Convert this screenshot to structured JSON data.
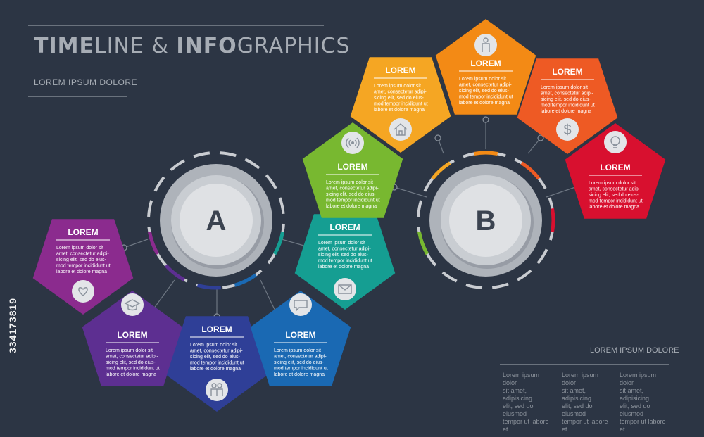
{
  "header": {
    "title_bold_1": "TIME",
    "title_light_1": "LINE & ",
    "title_bold_2": "INFO",
    "title_light_2": "GRAPHICS",
    "subtitle": "LOREM IPSUM DOLORE"
  },
  "hubs": [
    {
      "id": "A",
      "label": "A"
    },
    {
      "id": "B",
      "label": "B"
    }
  ],
  "steps": [
    {
      "title": "LOREM",
      "body": [
        "Lorem ipsum dolor sit",
        "amet, consectetur adipi-",
        "sicing elit, sed do eius-",
        "mod tempor incididunt ut",
        "labore et dolore magna"
      ],
      "color": "#8b2b8e",
      "icon": "heart-icon"
    },
    {
      "title": "LOREM",
      "body": [
        "Lorem ipsum dolor sit",
        "amet, consectetur adipi-",
        "sicing elit, sed do eius-",
        "mod tempor incididunt ut",
        "labore et dolore magna"
      ],
      "color": "#5d2f91",
      "icon": "graduation-cap-icon"
    },
    {
      "title": "LOREM",
      "body": [
        "Lorem ipsum dolor sit",
        "amet, consectetur adipi-",
        "sicing elit, sed do eius-",
        "mod tempor incididunt ut",
        "labore et dolore magna"
      ],
      "color": "#2f3f97",
      "icon": "people-icon"
    },
    {
      "title": "LOREM",
      "body": [
        "Lorem ipsum dolor sit",
        "amet, consectetur adipi-",
        "sicing elit, sed do eius-",
        "mod tempor incididunt ut",
        "labore et dolore magna"
      ],
      "color": "#1a69b3",
      "icon": "chat-bubble-icon"
    },
    {
      "title": "LOREM",
      "body": [
        "Lorem ipsum dolor sit",
        "amet, consectetur adipi-",
        "sicing elit, sed do eius-",
        "mod tempor incididunt ut",
        "labore et dolore magna"
      ],
      "color": "#159e92",
      "icon": "envelope-icon"
    },
    {
      "title": "LOREM",
      "body": [
        "Lorem ipsum dolor sit",
        "amet, consectetur adipi-",
        "sicing elit, sed do eius-",
        "mod tempor incididunt ut",
        "labore et dolore magna"
      ],
      "color": "#78b830",
      "icon": "wifi-signal-icon"
    },
    {
      "title": "LOREM",
      "body": [
        "Lorem ipsum dolor sit",
        "amet, consectetur adipi-",
        "sicing elit, sed do eius-",
        "mod tempor incididunt ut",
        "labore et dolore magna"
      ],
      "color": "#f5a623",
      "icon": "home-icon"
    },
    {
      "title": "LOREM",
      "body": [
        "Lorem ipsum dolor sit",
        "amet, consectetur adipi-",
        "sicing elit, sed do eius-",
        "mod tempor incididunt ut",
        "labore et dolore magna"
      ],
      "color": "#f38a15",
      "icon": "person-icon"
    },
    {
      "title": "LOREM",
      "body": [
        "Lorem ipsum dolor sit",
        "amet, consectetur adipi-",
        "sicing elit, sed do eius-",
        "mod tempor incididunt ut",
        "labore et dolore magna"
      ],
      "color": "#ee5a24",
      "icon": "dollar-icon"
    },
    {
      "title": "LOREM",
      "body": [
        "Lorem ipsum dolor sit",
        "amet, consectetur adipi-",
        "sicing elit, sed do eius-",
        "mod tempor incididunt ut",
        "labore et dolore magna"
      ],
      "color": "#d8102f",
      "icon": "lightbulb-icon"
    }
  ],
  "footer": {
    "title": "LOREM IPSUM DOLORE",
    "columns": [
      [
        "Lorem ipsum dolor",
        "sit amet, adipisicing",
        "elit, sed do eiusmod",
        "tempor ut labore et"
      ],
      [
        "Lorem ipsum dolor",
        "sit amet, adipisicing",
        "elit, sed do eiusmod",
        "tempor ut labore et"
      ],
      [
        "Lorem ipsum dolor",
        "sit amet, adipisicing",
        "elit, sed do eiusmod",
        "tempor ut labore et"
      ]
    ]
  },
  "stock_id": "334173819",
  "colors": {
    "background": "#2c3544",
    "text_muted": "#a7adb5",
    "hub_fill": "#dfe1e4"
  }
}
